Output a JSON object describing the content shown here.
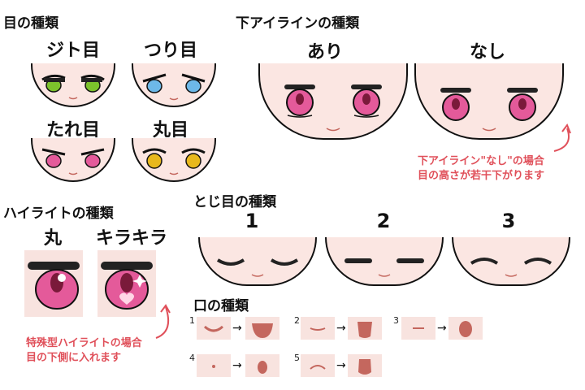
{
  "eye_types": {
    "title": "目の種類",
    "items": [
      {
        "label": "ジト目",
        "iris": "#7cc22c"
      },
      {
        "label": "つり目",
        "iris": "#6db8e8"
      },
      {
        "label": "たれ目",
        "iris": "#e45a9a"
      },
      {
        "label": "丸目",
        "iris": "#e8b81c"
      }
    ]
  },
  "lower_eyeline": {
    "title": "下アイラインの種類",
    "items": [
      {
        "label": "あり"
      },
      {
        "label": "なし"
      }
    ],
    "note_line1": "下アイライン\"なし\"の場合",
    "note_line2": "目の高さが若干下がります"
  },
  "highlight": {
    "title": "ハイライトの種類",
    "items": [
      {
        "label": "丸"
      },
      {
        "label": "キラキラ"
      }
    ],
    "note_line1": "特殊型ハイライトの場合",
    "note_line2": "目の下側に入れます"
  },
  "closed_eyes": {
    "title": "とじ目の種類",
    "items": [
      {
        "label": "1"
      },
      {
        "label": "2"
      },
      {
        "label": "3"
      }
    ]
  },
  "mouth": {
    "title": "口の種類",
    "items": [
      {
        "label": "1"
      },
      {
        "label": "2"
      },
      {
        "label": "3"
      },
      {
        "label": "4"
      },
      {
        "label": "5"
      }
    ],
    "arrow": "→"
  },
  "colors": {
    "accent_note": "#e0505a",
    "skin": "#fbe6e2",
    "iris_pink": "#e45a9a",
    "mouth": "#c4675e"
  }
}
